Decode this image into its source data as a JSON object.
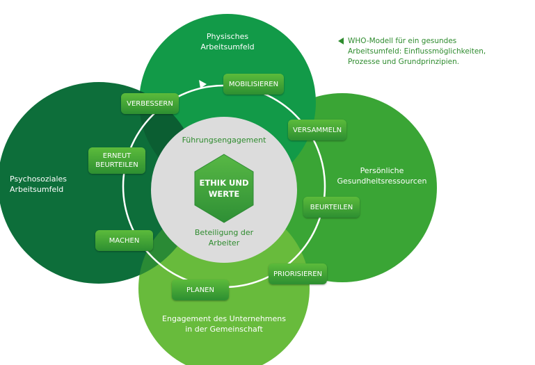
{
  "diagram": {
    "colors": {
      "psychosocial": "#0d6e3a",
      "physical": "#129a48",
      "personal": "#3aa535",
      "community": "#68bb3c",
      "center": "#dcdcdc",
      "hexagon": "#43a73a",
      "ring": "#ffffff",
      "text_green": "#2e8b2e"
    },
    "regions": {
      "physical": [
        "Physisches",
        "Arbeitsumfeld"
      ],
      "psychosocial": [
        "Psychosoziales",
        "Arbeitsumfeld"
      ],
      "personal": [
        "Persönliche",
        "Gesundheitsressourcen"
      ],
      "community": [
        "Engagement des Unternehmens",
        "in der Gemeinschaft"
      ]
    },
    "center": {
      "top_label": "Führungsengagement",
      "title": [
        "ETHIK UND",
        "WERTE"
      ],
      "bottom_label": [
        "Beteiligung der",
        "Arbeiter"
      ]
    },
    "steps": {
      "mobilisieren": "MOBILISIEREN",
      "versammeln": "VERSAMMELN",
      "beurteilen": "BEURTEILEN",
      "priorisieren": "PRIORISIEREN",
      "planen": "PLANEN",
      "machen": "MACHEN",
      "erneut_beurteilen": [
        "ERNEUT",
        "BEURTEILEN"
      ],
      "verbessern": "VERBESSERN"
    },
    "cycle_arrow_icon": "arrow-right-icon",
    "caption_marker_icon": "triangle-left-icon",
    "caption": [
      "WHO-Modell für ein gesundes",
      "Arbeitsumfeld: Einflussmöglichkeiten,",
      "Prozesse und Grundprinzipien."
    ]
  }
}
